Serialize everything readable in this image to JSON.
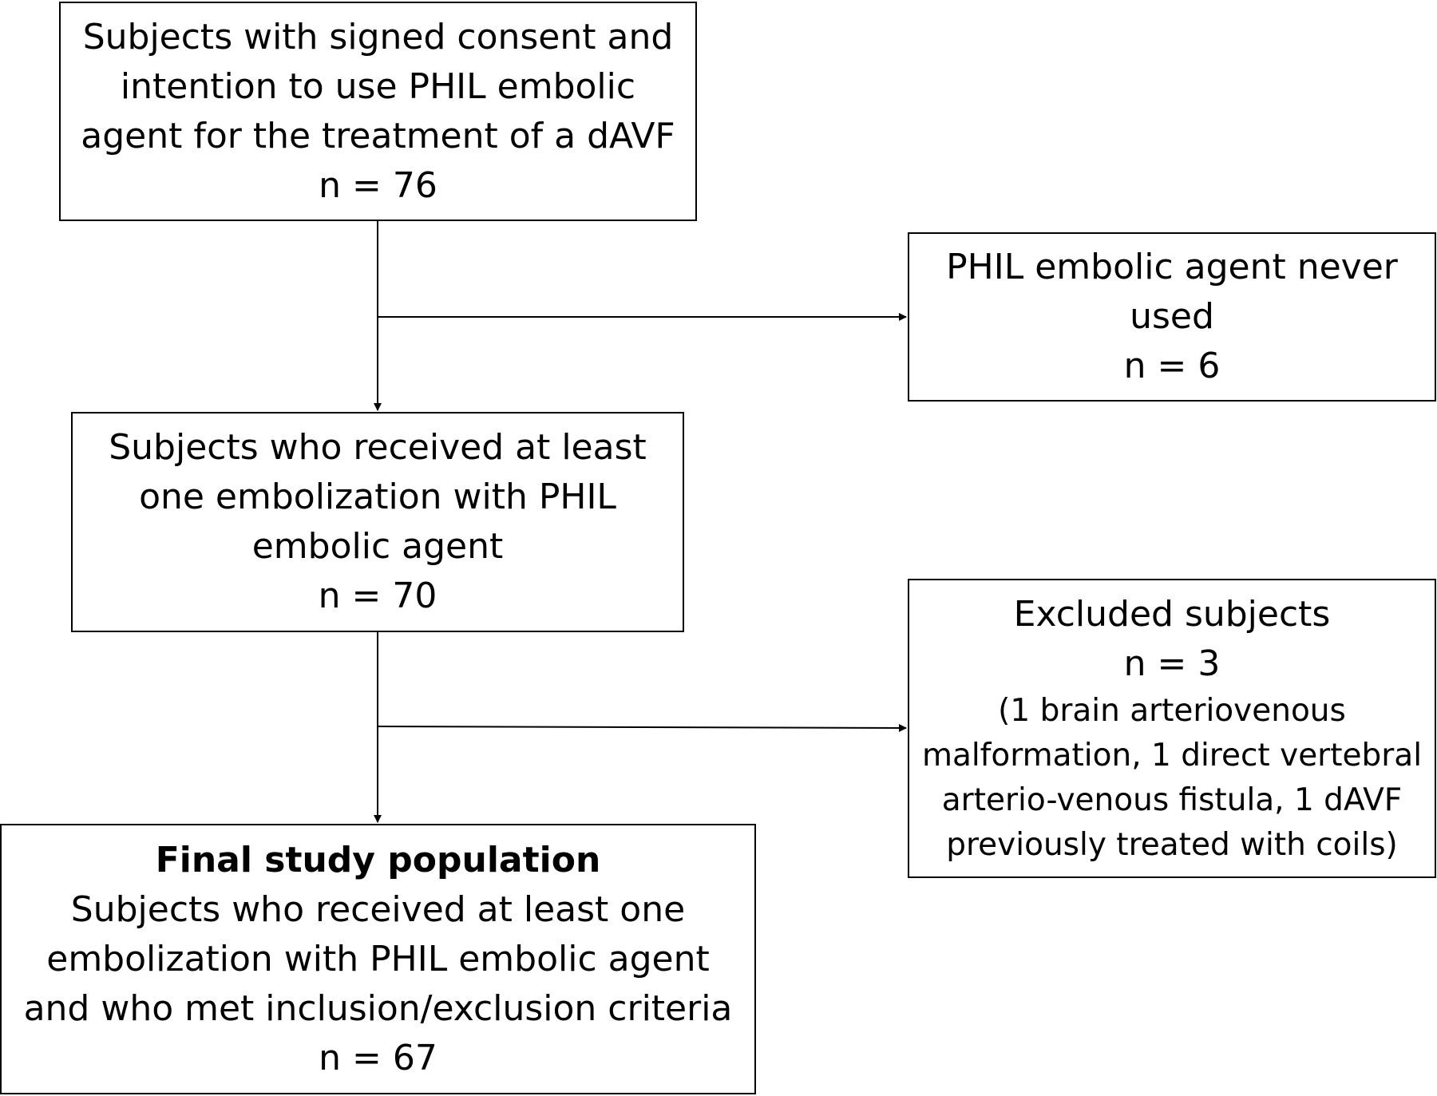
{
  "flowchart": {
    "box_top": {
      "lines": [
        "Subjects with signed consent and",
        "intention to use PHIL embolic",
        "agent for the treatment of a dAVF",
        "n = 76"
      ]
    },
    "box_never_used": {
      "lines": [
        "PHIL embolic agent never",
        "used",
        "n = 6"
      ]
    },
    "box_received": {
      "lines": [
        "Subjects who received at least",
        "one embolization with PHIL",
        "embolic agent",
        "n = 70"
      ]
    },
    "box_excluded": {
      "lines": [
        "Excluded subjects",
        "n = 3"
      ],
      "note_lines": [
        "(1 brain arteriovenous",
        "malformation, 1 direct vertebral",
        "arterio-venous fistula, 1 dAVF",
        "previously treated with coils)"
      ]
    },
    "box_final": {
      "heading": "Final study population",
      "lines": [
        "Subjects who received at least one",
        "embolization with PHIL embolic agent",
        "and who met inclusion/exclusion criteria",
        "n = 67"
      ]
    }
  }
}
